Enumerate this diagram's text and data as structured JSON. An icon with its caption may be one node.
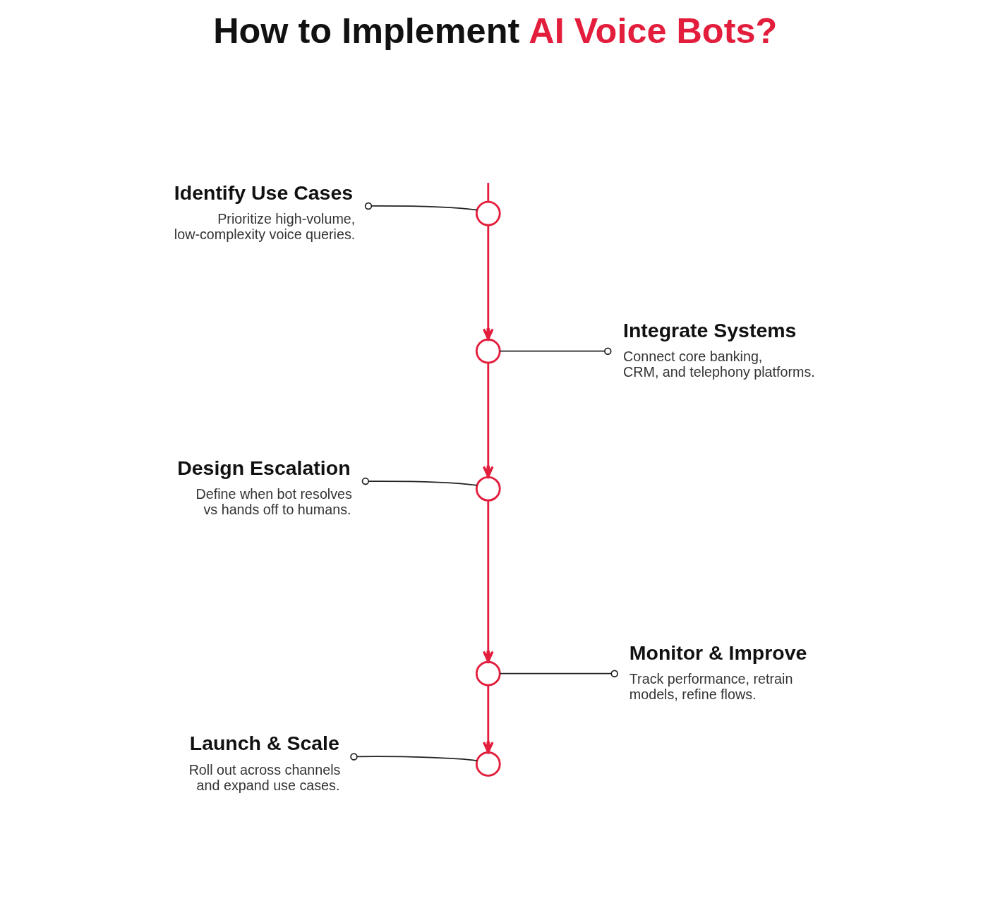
{
  "diagram": {
    "title": "How to Implement AI Voice Bots?",
    "nodes": [
      {
        "text": [
          "Identify Use Cases",
          "Prioritize high-volume, low-complexity voice queries."
        ]
      },
      {
        "text": [],
        "shape": "circle"
      },
      {
        "text": [],
        "shape": "circle"
      },
      {
        "text": [
          "Integrate Systems",
          "Connect core banking, CRM, and telephony platforms."
        ]
      },
      {
        "text": [
          "Design Escalation",
          "Define when bot resolves vs hands off to humans."
        ]
      },
      {
        "text": [],
        "shape": "circle"
      },
      {
        "text": [],
        "shape": "circle"
      },
      {
        "text": [
          "Monitor & Improve",
          "Track performance, retrain models, refine flows."
        ]
      },
      {
        "text": [
          "Launch & Scale",
          "Roll out across channels and expand use cases."
        ]
      },
      {
        "text": [],
        "shape": "circle"
      }
    ],
    "edges": [
      {
        "from": null,
        "to": 1,
        "arrow": "none",
        "color": "#e31d3c"
      },
      {
        "from": 1,
        "to": 2,
        "arrow": "to",
        "color": "#e31d3c"
      },
      {
        "from": 2,
        "to": 5,
        "arrow": "to",
        "color": "#e31d3c"
      },
      {
        "from": 5,
        "to": 6,
        "arrow": "to",
        "color": "#e31d3c"
      },
      {
        "from": 6,
        "to": 9,
        "arrow": "to",
        "color": "#e31d3c"
      },
      {
        "from": 1,
        "to": 0,
        "arrow": "other",
        "color": "#222222"
      },
      {
        "from": 2,
        "to": 3,
        "arrow": "other",
        "color": "#222222"
      },
      {
        "from": 5,
        "to": 4,
        "arrow": "other",
        "color": "#222222"
      },
      {
        "from": 6,
        "to": 7,
        "arrow": "other",
        "color": "#222222"
      },
      {
        "from": 9,
        "to": 8,
        "arrow": "other",
        "color": "#222222"
      }
    ]
  }
}
